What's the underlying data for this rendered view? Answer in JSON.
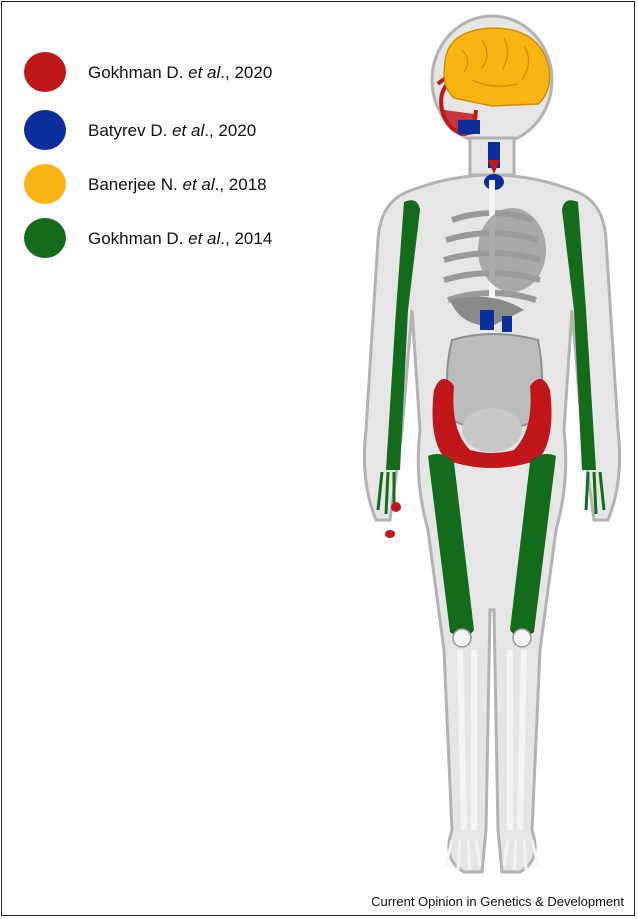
{
  "legend": [
    {
      "author": "Gokhman D. ",
      "etal": "et al",
      "year": "., 2020",
      "color": "#c0161a"
    },
    {
      "author": "Batyrev D. ",
      "etal": "et al",
      "year": "., 2020",
      "color": "#0b2f9a"
    },
    {
      "author": "Banerjee N. ",
      "etal": "et al",
      "year": "., 2018",
      "color": "#fbb512"
    },
    {
      "author": "Gokhman D. ",
      "etal": "et al",
      "year": "., 2014",
      "color": "#156b1c"
    }
  ],
  "credit": "Current Opinion in Genetics & Development",
  "colors": {
    "red": "#c0161a",
    "blue": "#0b2f9a",
    "yellow": "#fbb512",
    "green": "#156b1c",
    "body_outline": "#b3b3b3",
    "body_fill": "#e6e6e6",
    "bone": "#f4f4f4",
    "organ": "#9a9a9a"
  }
}
